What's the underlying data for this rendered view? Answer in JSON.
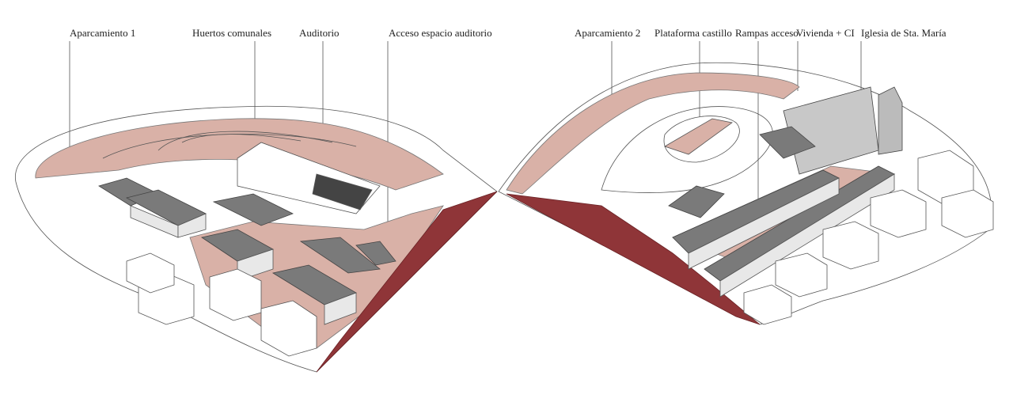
{
  "labels": {
    "aparcamiento1": "Aparcamiento 1",
    "huertos": "Huertos comunales",
    "auditorio": "Auditorio",
    "acceso_auditorio": "Acceso espacio auditorio",
    "aparcamiento2": "Aparcamiento 2",
    "plataforma": "Plataforma castillo",
    "rampas": "Rampas acceso",
    "vivienda": "Vivienda + CI",
    "iglesia": "Iglesia de Sta. María"
  },
  "colors": {
    "pink": "#d9b1a7",
    "wall": "#8f3538",
    "roof": "#7a7a7a",
    "outline": "#555555"
  }
}
